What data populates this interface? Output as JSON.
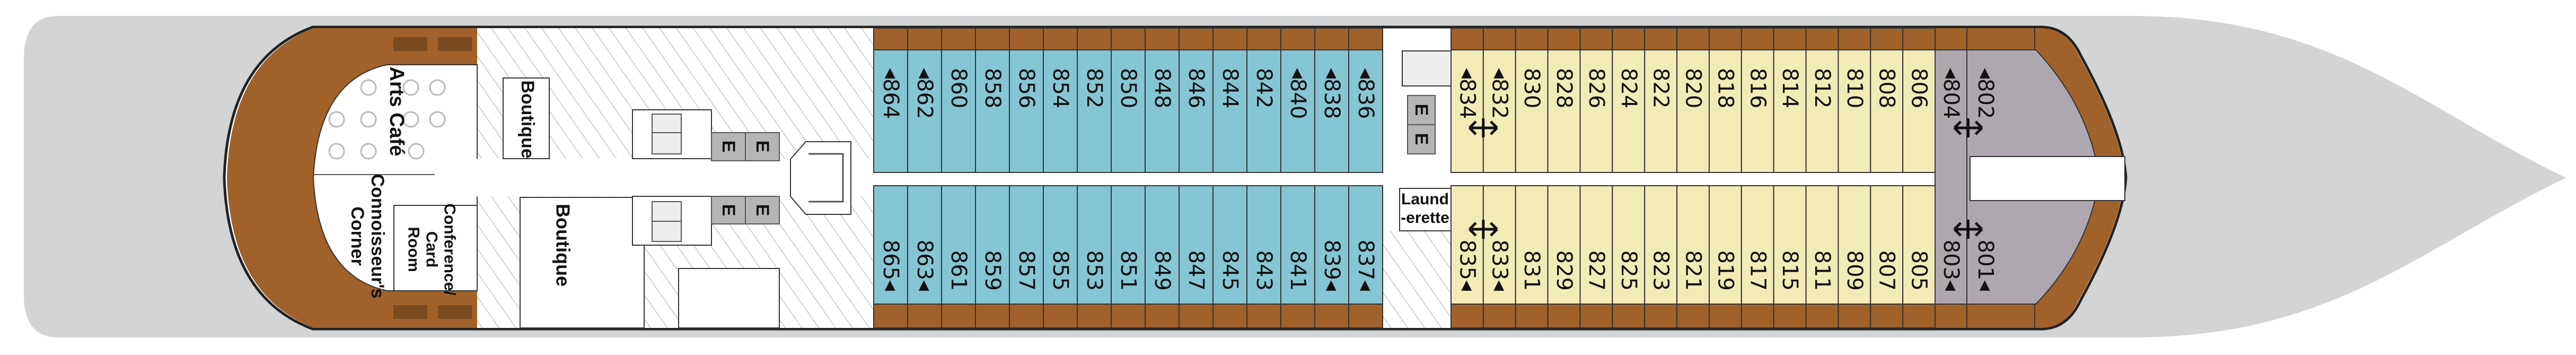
{
  "labels": {
    "arts_cafe": "Arts Café",
    "boutique_upper": "Boutique",
    "boutique_lower": "Boutique",
    "connoisseurs_corner": [
      "Connoisseur's",
      "Corner"
    ],
    "conference_room": [
      "Conference/",
      "Card",
      "Room"
    ],
    "launderette": [
      "Laund",
      "-erette"
    ],
    "elevator": "E"
  },
  "cabins": {
    "blue_upper": [
      {
        "number": "864",
        "marker": true
      },
      {
        "number": "862",
        "marker": true
      },
      {
        "number": "860"
      },
      {
        "number": "858"
      },
      {
        "number": "856"
      },
      {
        "number": "854"
      },
      {
        "number": "852"
      },
      {
        "number": "850"
      },
      {
        "number": "848"
      },
      {
        "number": "846"
      },
      {
        "number": "844"
      },
      {
        "number": "842"
      },
      {
        "number": "840",
        "marker": true
      },
      {
        "number": "838",
        "marker": true
      },
      {
        "number": "836",
        "marker": true
      }
    ],
    "blue_lower": [
      {
        "number": "865",
        "marker": true
      },
      {
        "number": "863",
        "marker": true
      },
      {
        "number": "861"
      },
      {
        "number": "859"
      },
      {
        "number": "857"
      },
      {
        "number": "855"
      },
      {
        "number": "853"
      },
      {
        "number": "851"
      },
      {
        "number": "849"
      },
      {
        "number": "847"
      },
      {
        "number": "845"
      },
      {
        "number": "843"
      },
      {
        "number": "841"
      },
      {
        "number": "839",
        "marker": true
      },
      {
        "number": "837",
        "marker": true
      }
    ],
    "yellow_upper": [
      {
        "number": "834",
        "marker": true
      },
      {
        "number": "832",
        "marker": true
      },
      {
        "number": "830"
      },
      {
        "number": "828"
      },
      {
        "number": "826"
      },
      {
        "number": "824"
      },
      {
        "number": "822"
      },
      {
        "number": "820"
      },
      {
        "number": "818"
      },
      {
        "number": "816"
      },
      {
        "number": "814"
      },
      {
        "number": "812"
      },
      {
        "number": "810"
      },
      {
        "number": "808"
      },
      {
        "number": "806"
      }
    ],
    "yellow_lower": [
      {
        "number": "835",
        "marker": true
      },
      {
        "number": "833",
        "marker": true
      },
      {
        "number": "831"
      },
      {
        "number": "829"
      },
      {
        "number": "827"
      },
      {
        "number": "825"
      },
      {
        "number": "823"
      },
      {
        "number": "821"
      },
      {
        "number": "819"
      },
      {
        "number": "817"
      },
      {
        "number": "815"
      },
      {
        "number": "811"
      },
      {
        "number": "809"
      },
      {
        "number": "807"
      },
      {
        "number": "805"
      }
    ],
    "purple_upper": [
      {
        "number": "804",
        "marker": true
      },
      {
        "number": "802",
        "marker": true
      }
    ],
    "purple_lower": [
      {
        "number": "803",
        "marker": true
      },
      {
        "number": "801",
        "marker": true
      }
    ]
  },
  "connected_pairs": [
    [
      "834",
      "832"
    ],
    [
      "835",
      "833"
    ],
    [
      "804",
      "802"
    ],
    [
      "803",
      "801"
    ]
  ],
  "colors": {
    "hull": "#d3d4d6",
    "teak": "#a0622a",
    "cabin_blue": "#86c5d4",
    "cabin_yellow": "#f3ebb6",
    "suite_purple": "#aea7b0",
    "elevator": "#b5b5b5",
    "hatch": "#c4c4c4"
  }
}
